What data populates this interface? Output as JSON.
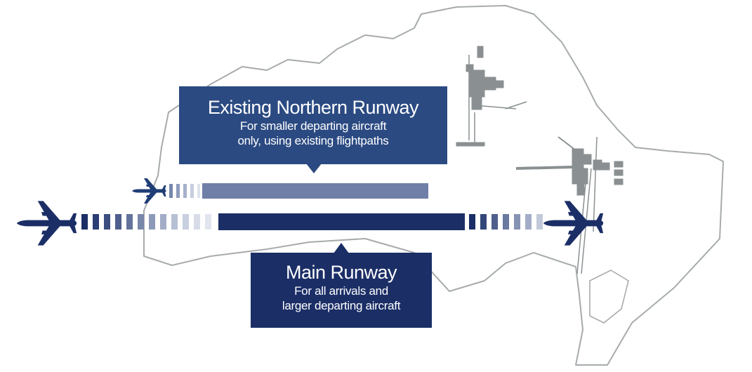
{
  "colors": {
    "outline": "#a7abad",
    "terminal": "#8a9092",
    "northern_runway": "#6f7fa8",
    "northern_callout": "#2b4a82",
    "main_runway": "#1b2e66",
    "main_callout": "#1b2e66",
    "plane_small": "#203d76",
    "plane_large": "#1b2e66"
  },
  "icons": {
    "departing_small": "airplane-icon",
    "departing_large": "airplane-icon",
    "arriving_large": "airplane-icon"
  },
  "callouts": {
    "northern": {
      "title": "Existing Northern Runway",
      "line1": "For smaller departing aircraft",
      "line2": "only, using existing flightpaths"
    },
    "main": {
      "title": "Main Runway",
      "line1": "For all arrivals and",
      "line2": "larger departing aircraft"
    }
  }
}
